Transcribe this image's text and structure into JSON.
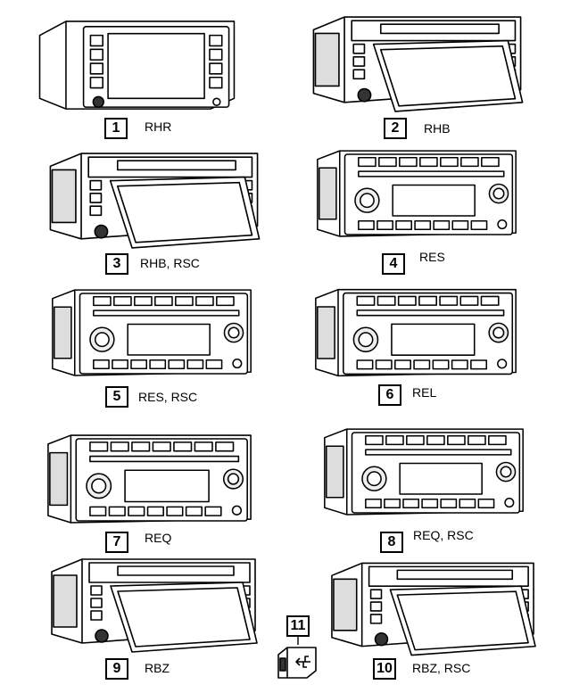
{
  "parts": [
    {
      "number": "1",
      "label": "RHR"
    },
    {
      "number": "2",
      "label": "RHB"
    },
    {
      "number": "3",
      "label": "RHB, RSC"
    },
    {
      "number": "4",
      "label": "RES"
    },
    {
      "number": "5",
      "label": "RES, RSC"
    },
    {
      "number": "6",
      "label": "REL"
    },
    {
      "number": "7",
      "label": "REQ"
    },
    {
      "number": "8",
      "label": "REQ, RSC"
    },
    {
      "number": "9",
      "label": "RBZ"
    },
    {
      "number": "10",
      "label": "RBZ, RSC"
    },
    {
      "number": "11",
      "label": ""
    }
  ]
}
